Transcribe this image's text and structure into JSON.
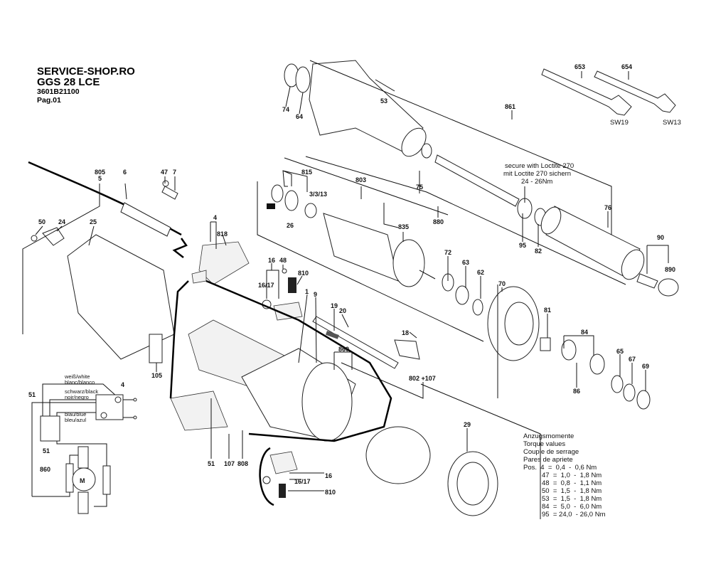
{
  "header": {
    "shop": "SERVICE-SHOP.RO",
    "model": "GGS 28 LCE",
    "part_number": "3601B21100",
    "page": "Pag.01"
  },
  "loctite_note": {
    "line1": "secure with Loctite 270",
    "line2": "mit Loctite 270 sichern",
    "line3": "24 - 26Nm"
  },
  "torque_table": {
    "title_de": "Anzugsmomente",
    "title_en": "Torque values",
    "title_fr": "Couple de serrage",
    "title_es": "Pares de apriete",
    "rows": [
      "Pos.  4  =  0,4  -  0,6 Nm",
      "47  =  1,0  -  1,8 Nm",
      "48  =  0,8  -  1,1 Nm",
      "50  =  1,5  -  1,8 Nm",
      "53  =  1,5  -  1,8 Nm",
      "84  =  5,0  -  6,0 Nm",
      "95  = 24,0  - 26,0 Nm"
    ]
  },
  "wiring": {
    "white": "weiß/white",
    "white2": "blanc/blanco",
    "black": "schwarz/black",
    "black2": "noir/negro",
    "blue": "blau/blue",
    "blue2": "bleu/azul",
    "motor": "M",
    "label_51a": "51",
    "label_4": "4",
    "label_51b": "51",
    "label_860": "860"
  },
  "callouts": {
    "c653": "653",
    "c654": "654",
    "sw19": "SW19",
    "sw13": "SW13",
    "c74": "74",
    "c64": "64",
    "c53": "53",
    "c861": "861",
    "c805": "805",
    "c5": "5",
    "c6": "6",
    "c47": "47",
    "c7": "7",
    "c815": "815",
    "c803": "803",
    "c3313": "3/3/13",
    "c75": "75",
    "c880": "880",
    "c26": "26",
    "c835": "835",
    "c76": "76",
    "c95": "95",
    "c82": "82",
    "c90": "90",
    "c890": "890",
    "c50": "50",
    "c24": "24",
    "c25": "25",
    "c4": "4",
    "c818": "818",
    "c16": "16",
    "c48": "48",
    "c810": "810",
    "c1617": "16/17",
    "c1": "1",
    "c9": "9",
    "c72": "72",
    "c63": "63",
    "c62": "62",
    "c70": "70",
    "c81": "81",
    "c19": "19",
    "c20": "20",
    "c18": "18",
    "c860": "860",
    "c802": "802 +107",
    "c84": "84",
    "c65": "65",
    "c67": "67",
    "c69": "69",
    "c86": "86",
    "c105": "105",
    "c29": "29",
    "c51": "51",
    "c107": "107",
    "c808": "808",
    "c16b": "16",
    "c1617b": "16/17",
    "c810b": "810"
  }
}
